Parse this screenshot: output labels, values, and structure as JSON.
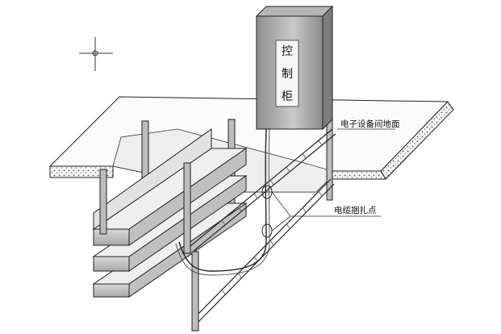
{
  "cabinet": {
    "chars": [
      "控",
      "制",
      "柜"
    ]
  },
  "labels": {
    "floor": "电子设备间地面",
    "tie_point": "电缆捆扎点"
  }
}
